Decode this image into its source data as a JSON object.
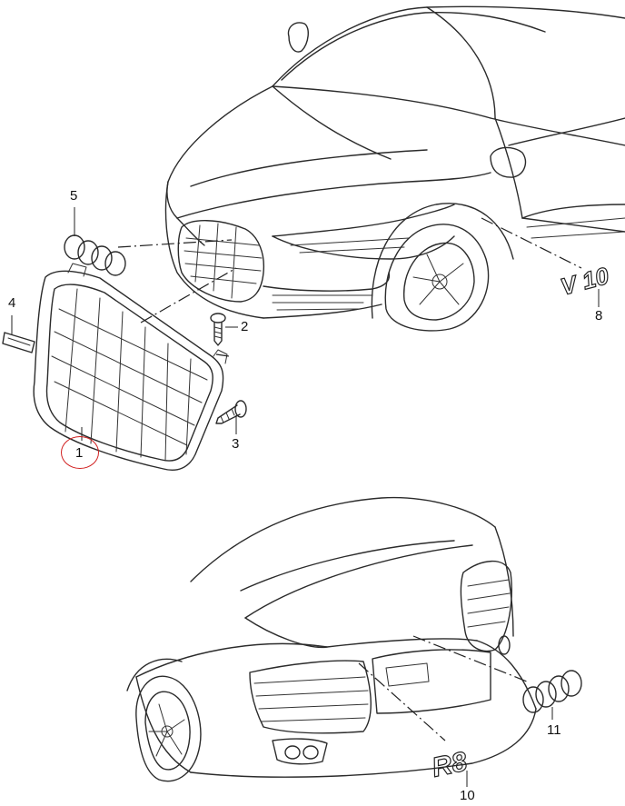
{
  "callouts": {
    "c1": "1",
    "c2": "2",
    "c3": "3",
    "c4": "4",
    "c5": "5",
    "c8": "8",
    "c10": "10",
    "c11": "11"
  },
  "badges": {
    "side_badge": "V 10",
    "rear_badge": "R8"
  },
  "colors": {
    "line": "#2b2b2b",
    "highlight": "#d11f1f",
    "background": "#ffffff"
  }
}
